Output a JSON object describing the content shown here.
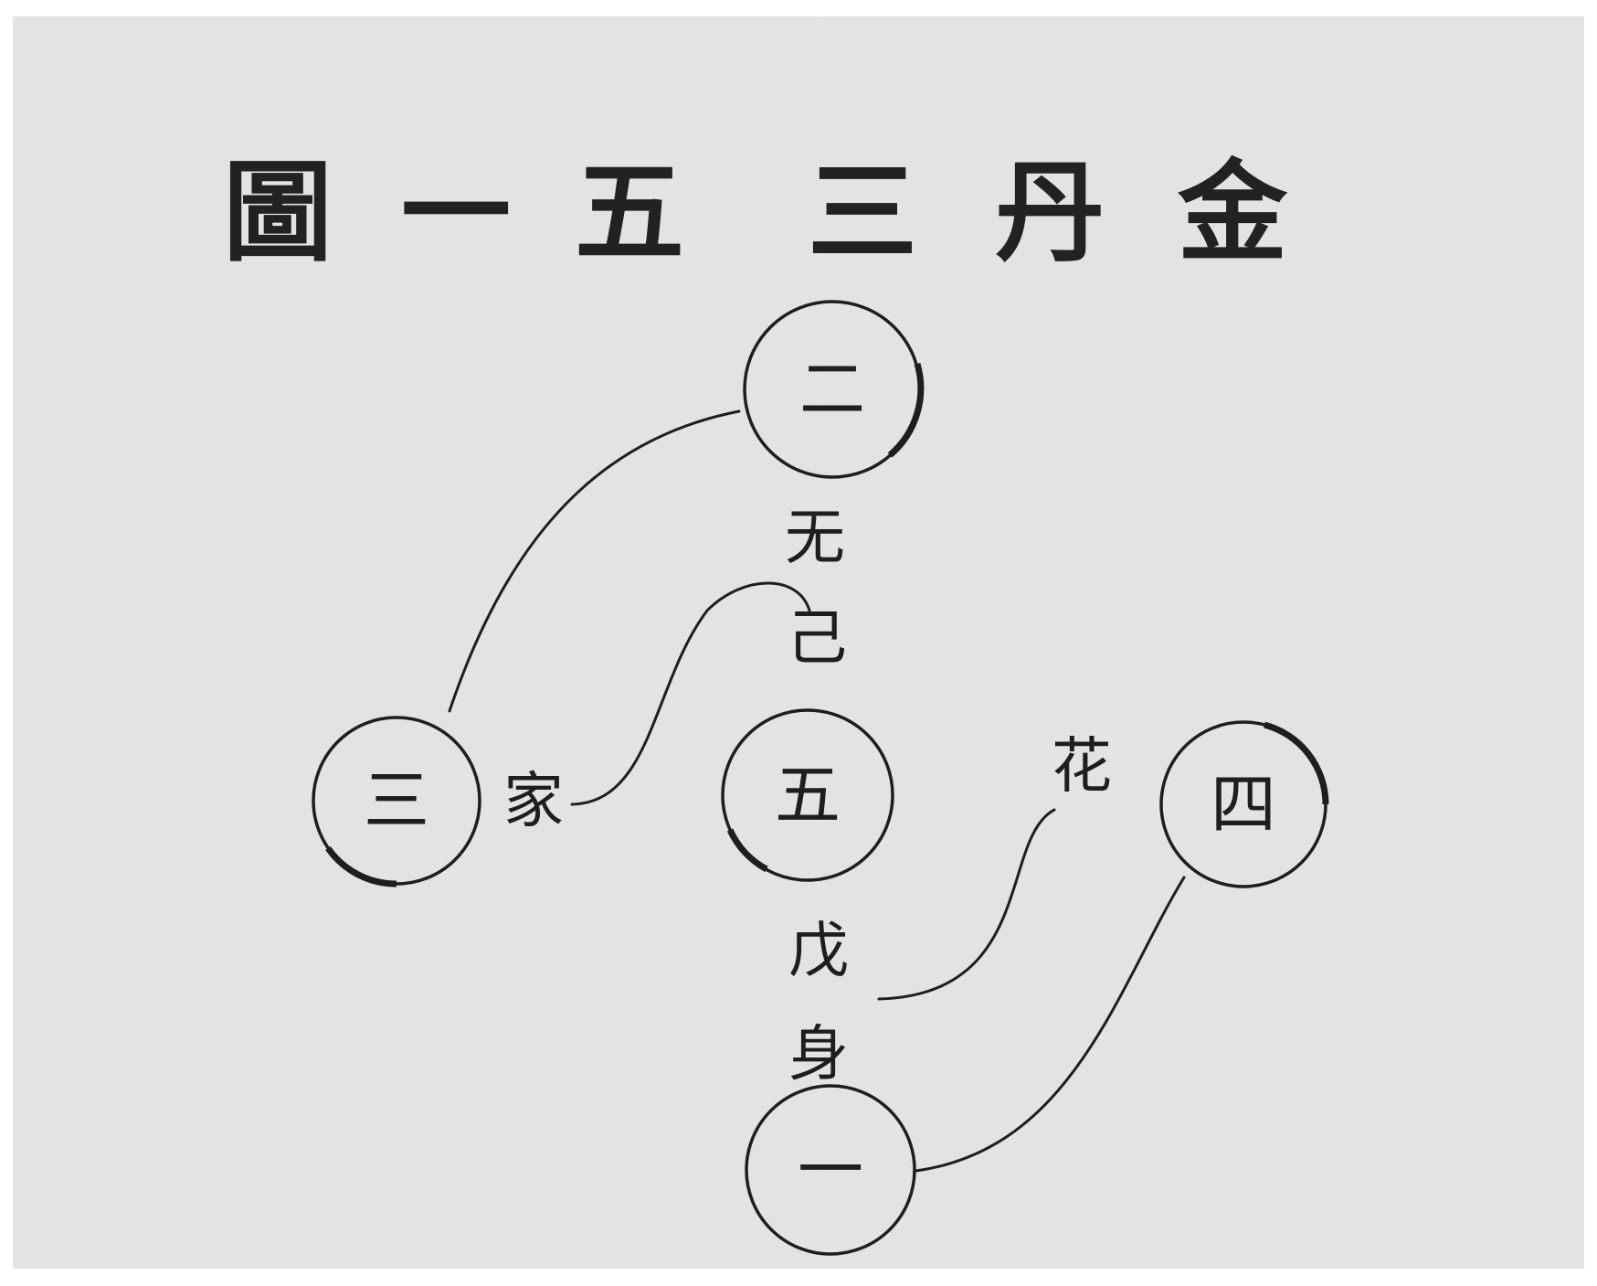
{
  "title": {
    "chars": [
      "圖",
      "一",
      "五",
      "三",
      "丹",
      "金"
    ]
  },
  "diagram": {
    "nodes": {
      "top": "二",
      "left": "三",
      "center": "五",
      "right": "四",
      "bottom": "一"
    },
    "path_labels": {
      "upper_1": "无",
      "upper_2": "己",
      "left_side": "家",
      "right_side": "花",
      "lower_1": "戊",
      "lower_2": "身"
    }
  }
}
